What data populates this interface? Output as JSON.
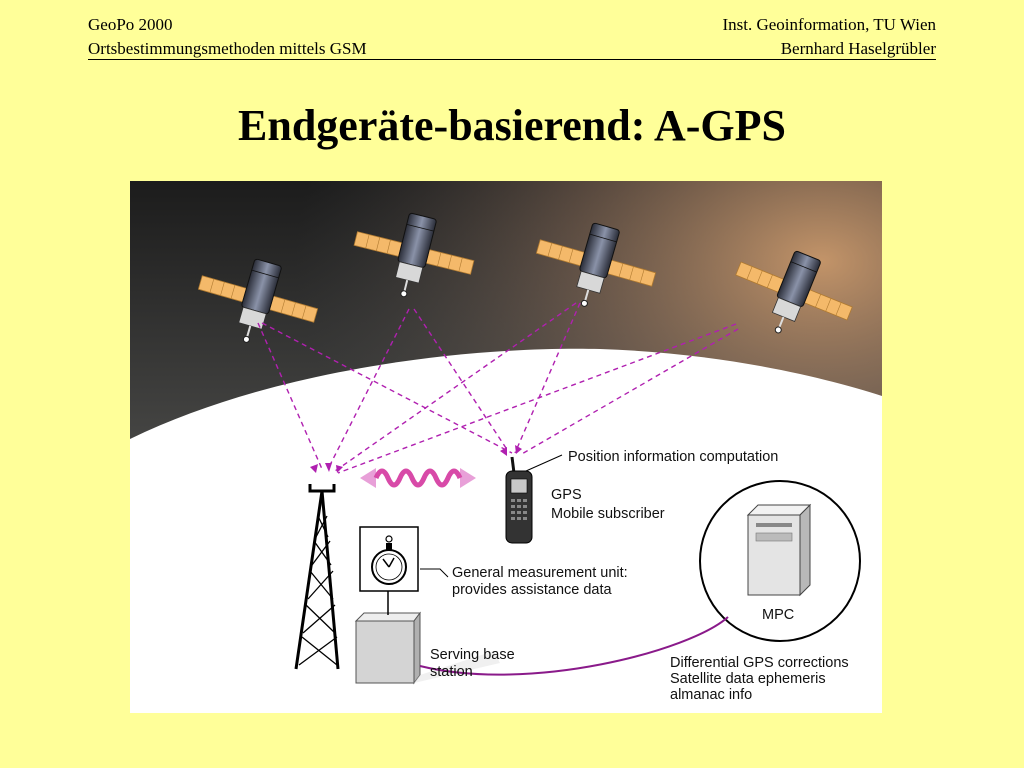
{
  "header": {
    "left_top": "GeoPo 2000",
    "left_bottom": "Ortsbestimmungsmethoden mittels GSM",
    "right_top": "Inst. Geoinformation, TU Wien",
    "right_bottom": "Bernhard Haselgrübler"
  },
  "title": "Endgeräte-basierend: A-GPS",
  "diagram": {
    "labels": {
      "position_info": "Position information computation",
      "gps_line1": "GPS",
      "gps_line2": "Mobile subscriber",
      "gmu_line1": "General measurement unit:",
      "gmu_line2": "provides assistance data",
      "mpc": "MPC",
      "bs_line1": "Serving base",
      "bs_line2": "station",
      "dgps_line1": "Differential GPS corrections",
      "dgps_line2": "Satellite data ephemeris",
      "dgps_line3": "almanac info"
    },
    "colors": {
      "signal": "#b020b0",
      "panel": "#f4b96a",
      "slide_bg": "#ffff99",
      "link": "#8a1a8a"
    }
  }
}
